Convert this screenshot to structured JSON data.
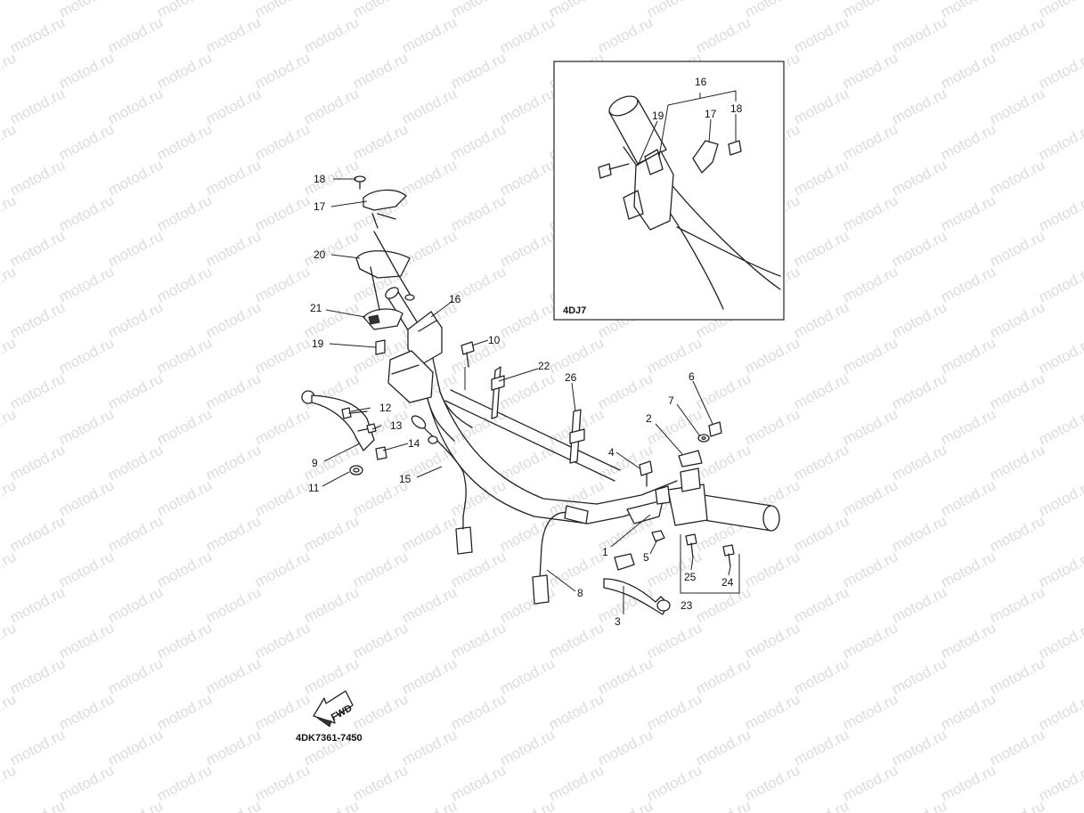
{
  "diagram": {
    "watermark_text": "motod.ru",
    "inset_code": "4DJ7",
    "drawing_code": "4DK7361-7450",
    "fwd_label": "FWD",
    "callouts": [
      {
        "id": "c1",
        "text": "1"
      },
      {
        "id": "c2",
        "text": "2"
      },
      {
        "id": "c3",
        "text": "3"
      },
      {
        "id": "c4",
        "text": "4"
      },
      {
        "id": "c5",
        "text": "5"
      },
      {
        "id": "c6",
        "text": "6"
      },
      {
        "id": "c7",
        "text": "7"
      },
      {
        "id": "c8",
        "text": "8"
      },
      {
        "id": "c9",
        "text": "9"
      },
      {
        "id": "c10",
        "text": "10"
      },
      {
        "id": "c11",
        "text": "11"
      },
      {
        "id": "c12",
        "text": "12"
      },
      {
        "id": "c13",
        "text": "13"
      },
      {
        "id": "c14",
        "text": "14"
      },
      {
        "id": "c15",
        "text": "15"
      },
      {
        "id": "c16",
        "text": "16"
      },
      {
        "id": "c17",
        "text": "17"
      },
      {
        "id": "c18",
        "text": "18"
      },
      {
        "id": "c19",
        "text": "19"
      },
      {
        "id": "c20",
        "text": "20"
      },
      {
        "id": "c21",
        "text": "21"
      },
      {
        "id": "c22",
        "text": "22"
      },
      {
        "id": "c23",
        "text": "23"
      },
      {
        "id": "c24",
        "text": "24"
      },
      {
        "id": "c25",
        "text": "25"
      },
      {
        "id": "c26",
        "text": "26"
      }
    ],
    "inset_callouts": [
      {
        "id": "i16",
        "text": "16"
      },
      {
        "id": "i17",
        "text": "17"
      },
      {
        "id": "i18",
        "text": "18"
      },
      {
        "id": "i19",
        "text": "19"
      }
    ]
  }
}
